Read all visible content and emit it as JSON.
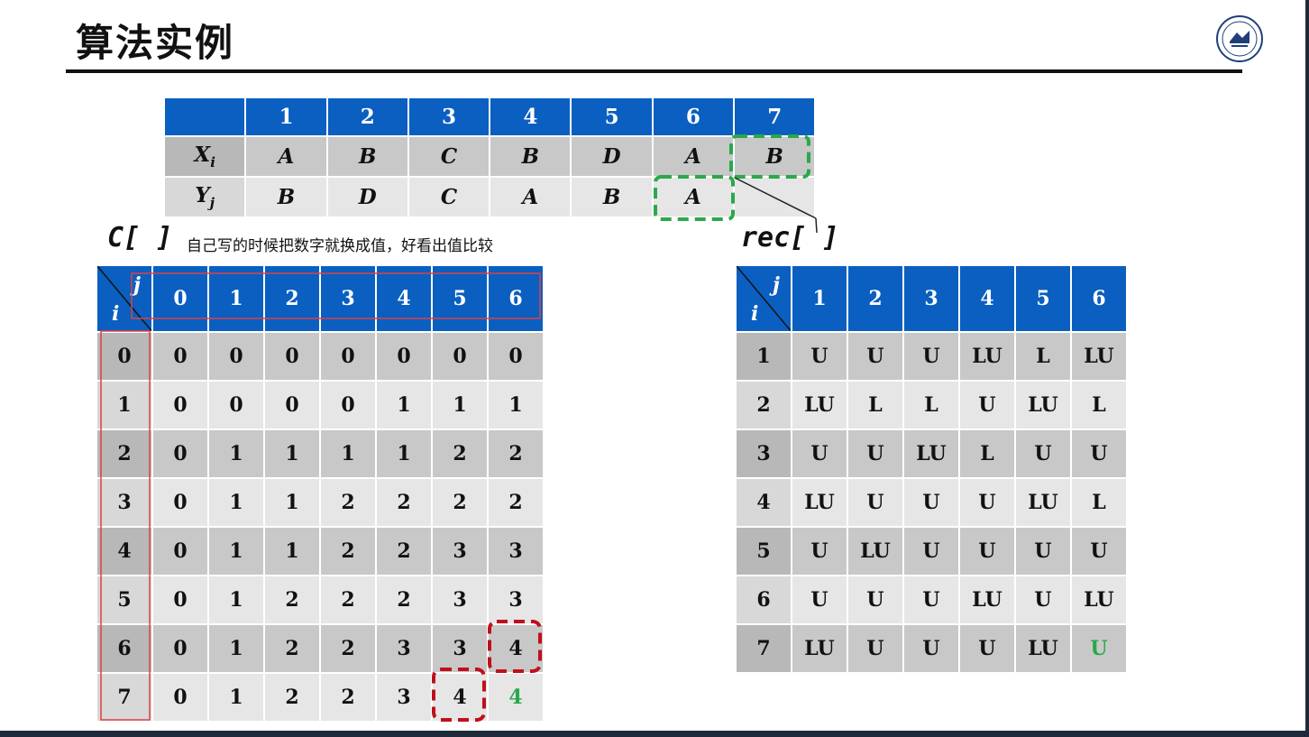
{
  "slide": {
    "title": "算法实例",
    "note": "自己写的时候把数字就换成值，好看出值比较",
    "label_c": "C[ ]",
    "label_rec": "rec[ ]"
  },
  "xy_table": {
    "headers": [
      "",
      "1",
      "2",
      "3",
      "4",
      "5",
      "6",
      "7"
    ],
    "x_label": "X",
    "x_sub": "i",
    "y_label": "Y",
    "y_sub": "j",
    "x_values": [
      "A",
      "B",
      "C",
      "B",
      "D",
      "A",
      "B"
    ],
    "y_values": [
      "B",
      "D",
      "C",
      "A",
      "B",
      "A",
      ""
    ]
  },
  "c_table": {
    "corner_j": "j",
    "corner_i": "i",
    "col_headers": [
      "0",
      "1",
      "2",
      "3",
      "4",
      "5",
      "6"
    ],
    "row_headers": [
      "0",
      "1",
      "2",
      "3",
      "4",
      "5",
      "6",
      "7"
    ],
    "rows": [
      [
        "0",
        "0",
        "0",
        "0",
        "0",
        "0",
        "0"
      ],
      [
        "0",
        "0",
        "0",
        "0",
        "1",
        "1",
        "1"
      ],
      [
        "0",
        "1",
        "1",
        "1",
        "1",
        "2",
        "2"
      ],
      [
        "0",
        "1",
        "1",
        "2",
        "2",
        "2",
        "2"
      ],
      [
        "0",
        "1",
        "1",
        "2",
        "2",
        "3",
        "3"
      ],
      [
        "0",
        "1",
        "2",
        "2",
        "2",
        "3",
        "3"
      ],
      [
        "0",
        "1",
        "2",
        "2",
        "3",
        "3",
        "4"
      ],
      [
        "0",
        "1",
        "2",
        "2",
        "3",
        "4",
        "4"
      ]
    ]
  },
  "rec_table": {
    "corner_j": "j",
    "corner_i": "i",
    "col_headers": [
      "1",
      "2",
      "3",
      "4",
      "5",
      "6"
    ],
    "row_headers": [
      "1",
      "2",
      "3",
      "4",
      "5",
      "6",
      "7"
    ],
    "rows": [
      [
        "U",
        "U",
        "U",
        "LU",
        "L",
        "LU"
      ],
      [
        "LU",
        "L",
        "L",
        "U",
        "LU",
        "L"
      ],
      [
        "U",
        "U",
        "LU",
        "L",
        "U",
        "U"
      ],
      [
        "LU",
        "U",
        "U",
        "U",
        "LU",
        "L"
      ],
      [
        "U",
        "LU",
        "U",
        "U",
        "U",
        "U"
      ],
      [
        "U",
        "U",
        "U",
        "LU",
        "U",
        "LU"
      ],
      [
        "LU",
        "U",
        "U",
        "U",
        "LU",
        "U"
      ]
    ]
  },
  "colors": {
    "header_blue": "#0a5fc0",
    "highlight_green": "#2aa84a",
    "dashed_red": "#c0101a",
    "selection_red": "#e04040"
  }
}
